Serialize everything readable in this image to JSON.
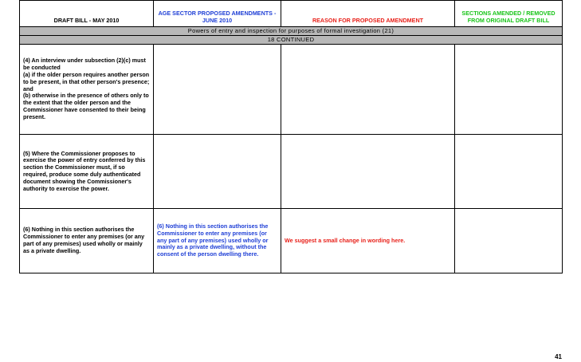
{
  "header": {
    "col1": "DRAFT BILL - MAY 2010",
    "col2": "AGE SECTOR PROPOSED AMENDMENTS - JUNE 2010",
    "col3": "REASON FOR PROPOSED AMENDMENT",
    "col4": "SECTIONS AMENDED / REMOVED FROM ORIGINAL DRAFT BILL",
    "colors": {
      "col1": "#000000",
      "col2": "#1f3fd6",
      "col3": "#e8211a",
      "col4": "#18c418"
    }
  },
  "section": {
    "title": "Powers of entry and inspection for purposes of formal investigation (21)",
    "subtitle": "18 CONTINUED"
  },
  "rows": [
    {
      "draft": "(4) An interview under subsection (2)(c) must be conducted\n(a) if the older person requires another person to be present, in that other person's presence; and\n(b) otherwise in the presence of others only to the extent that the older person and the Commissioner have consented to their being present.",
      "proposed": "",
      "reason": "",
      "sections": ""
    },
    {
      "draft": "(5) Where the Commissioner proposes to exercise the power of entry conferred by this section the Commissioner must, if so required, produce some duly authenticated document showing the Commissioner's authority to exercise the power.",
      "proposed": "",
      "reason": "",
      "sections": ""
    },
    {
      "draft": "(6) Nothing in this section authorises the Commissioner to enter any premises (or any part of any premises) used wholly or mainly as a private dwelling.",
      "proposed": "(6) Nothing in this section authorises the Commissioner to enter any premises (or any part of any premises) used wholly or mainly as a private dwelling, without the consent of the person dwelling there.",
      "reason": "We suggest a small change in wording here.",
      "sections": ""
    }
  ],
  "page_number": "41"
}
